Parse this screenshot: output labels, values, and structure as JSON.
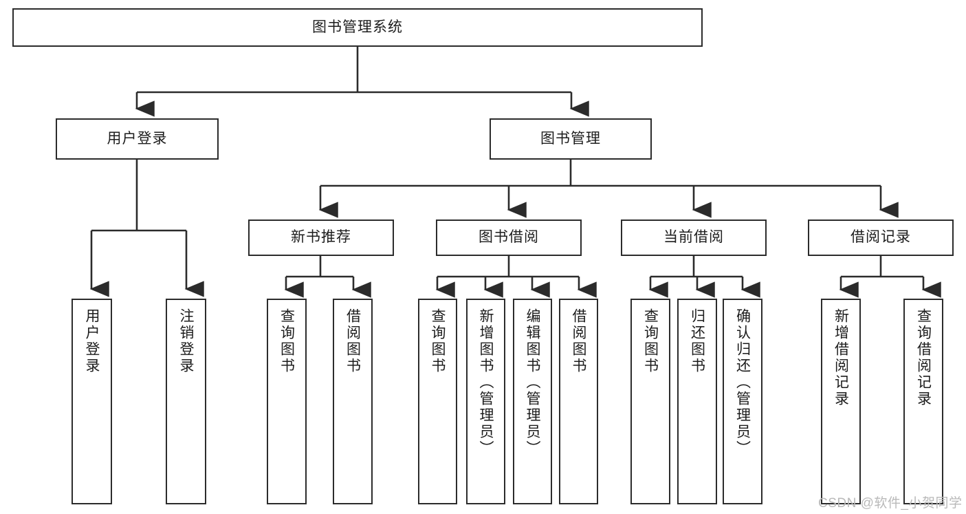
{
  "diagram": {
    "title_node": {
      "label": "图书管理系统"
    },
    "level2": [
      {
        "id": "user-login",
        "label": "用户登录"
      },
      {
        "id": "book-management",
        "label": "图书管理"
      }
    ],
    "level3": [
      {
        "id": "new-book-recommend",
        "label": "新书推荐"
      },
      {
        "id": "book-borrow",
        "label": "图书借阅"
      },
      {
        "id": "current-borrow",
        "label": "当前借阅"
      },
      {
        "id": "borrow-record",
        "label": "借阅记录"
      }
    ],
    "leaves": [
      {
        "id": "leaf-user-login",
        "label": "用户登录",
        "parent": "user-login"
      },
      {
        "id": "leaf-logout-login",
        "label": "注销登录",
        "parent": "user-login"
      },
      {
        "id": "leaf-query-book-1",
        "label": "查询图书",
        "parent": "new-book-recommend"
      },
      {
        "id": "leaf-borrow-book-1",
        "label": "借阅图书",
        "parent": "new-book-recommend"
      },
      {
        "id": "leaf-query-book-2",
        "label": "查询图书",
        "parent": "book-borrow"
      },
      {
        "id": "leaf-add-book",
        "label": "新增图书（管理员）",
        "parent": "book-borrow"
      },
      {
        "id": "leaf-edit-book",
        "label": "编辑图书（管理员）",
        "parent": "book-borrow"
      },
      {
        "id": "leaf-borrow-book-2",
        "label": "借阅图书",
        "parent": "book-borrow"
      },
      {
        "id": "leaf-query-book-3",
        "label": "查询图书",
        "parent": "current-borrow"
      },
      {
        "id": "leaf-return-book",
        "label": "归还图书",
        "parent": "current-borrow"
      },
      {
        "id": "leaf-confirm-return",
        "label": "确认归还（管理员）",
        "parent": "current-borrow"
      },
      {
        "id": "leaf-add-record",
        "label": "新增借阅记录",
        "parent": "borrow-record"
      },
      {
        "id": "leaf-query-record",
        "label": "查询借阅记录",
        "parent": "borrow-record"
      }
    ]
  },
  "watermark": {
    "text": "CSDN @软件_小贺同学"
  },
  "colors": {
    "stroke": "#2b2b2b",
    "background": "#ffffff",
    "text": "#1c1c1c",
    "watermark": "#b9b9b9"
  }
}
